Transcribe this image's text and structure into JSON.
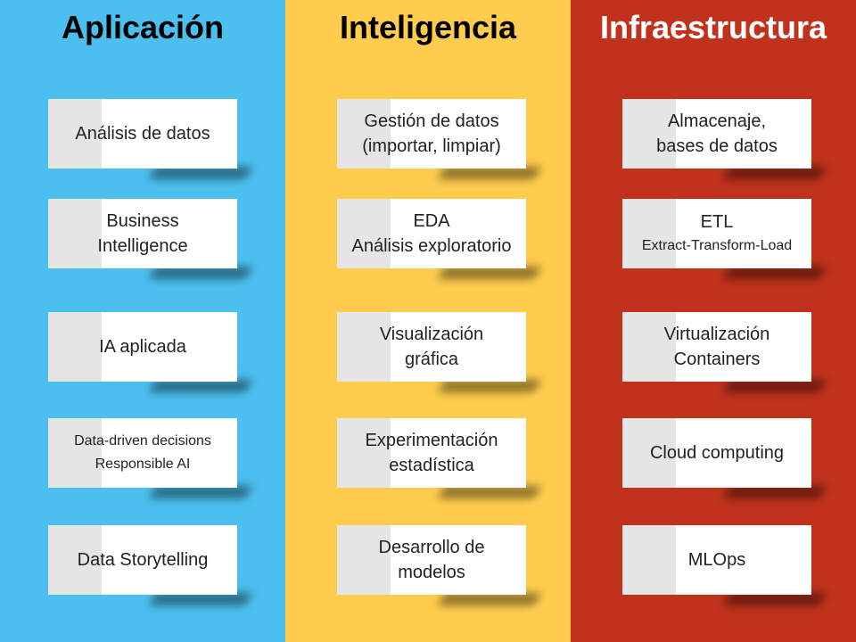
{
  "columns": [
    {
      "title": "Aplicación",
      "cards": [
        {
          "lines": [
            "Análisis de datos",
            ""
          ]
        },
        {
          "lines": [
            "Business",
            "Intelligence"
          ]
        },
        {
          "lines": [
            "IA aplicada",
            ""
          ]
        },
        {
          "lines": [
            "Data-driven decisions",
            "Responsible AI"
          ]
        },
        {
          "lines": [
            "Data Storytelling",
            ""
          ]
        }
      ]
    },
    {
      "title": "Inteligencia",
      "cards": [
        {
          "lines": [
            "Gestión de datos",
            "(importar, limpiar)"
          ]
        },
        {
          "lines": [
            "EDA",
            "Análisis exploratorio"
          ]
        },
        {
          "lines": [
            "Visualización",
            "gráfica"
          ]
        },
        {
          "lines": [
            "Experimentación",
            "estadística"
          ]
        },
        {
          "lines": [
            "Desarrollo de",
            "modelos"
          ]
        }
      ]
    },
    {
      "title": "Infraestructura",
      "cards": [
        {
          "lines": [
            "Almacenaje,",
            "bases de datos"
          ]
        },
        {
          "lines": [
            "ETL",
            "Extract-Transform-Load"
          ]
        },
        {
          "lines": [
            "Virtualización",
            "Containers"
          ]
        },
        {
          "lines": [
            "Cloud computing",
            ""
          ]
        },
        {
          "lines": [
            "MLOps",
            ""
          ]
        }
      ]
    }
  ],
  "colors": {
    "aplicacion": "#4bbfee",
    "inteligencia": "#ffcc4d",
    "infraestructura": "#c0321b",
    "card": "#ffffff",
    "card_tab": "#e5e5e5"
  }
}
